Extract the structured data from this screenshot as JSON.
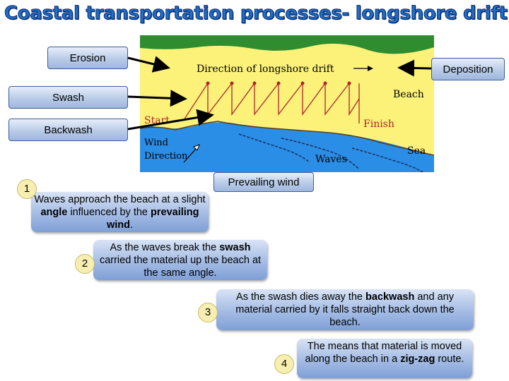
{
  "title": "Coastal transportation processes- longshore drift",
  "labels": {
    "erosion": "Erosion",
    "deposition": "Deposition",
    "swash": "Swash",
    "backwash": "Backwash",
    "prevailing_wind": "Prevailing wind"
  },
  "diagram": {
    "direction": "Direction of longshore drift",
    "beach": "Beach",
    "start": "Start",
    "finish": "Finish",
    "wind1": "Wind",
    "wind2": "Direction",
    "waves": "Waves",
    "sea": "Sea",
    "colors": {
      "sand": "#fcf27a",
      "grass": "#2f8c2f",
      "sea": "#2b8ee6"
    }
  },
  "steps": [
    {
      "number": "1",
      "parts": [
        {
          "t": "Waves approach the beach at a slight ",
          "b": false
        },
        {
          "t": "angle",
          "b": true
        },
        {
          "t": " influenced by the ",
          "b": false
        },
        {
          "t": "prevailing wind",
          "b": true
        },
        {
          "t": ".",
          "b": false
        }
      ]
    },
    {
      "number": "2",
      "parts": [
        {
          "t": "As the waves break the ",
          "b": false
        },
        {
          "t": "swash",
          "b": true
        },
        {
          "t": " carried the material up the beach at the same angle.",
          "b": false
        }
      ]
    },
    {
      "number": "3",
      "parts": [
        {
          "t": "As the swash dies away the ",
          "b": false
        },
        {
          "t": "backwash",
          "b": true
        },
        {
          "t": " and any material carried by it falls straight back down the beach.",
          "b": false
        }
      ]
    },
    {
      "number": "4",
      "parts": [
        {
          "t": "The means that material is moved along the beach in a ",
          "b": false
        },
        {
          "t": "zig-zag",
          "b": true
        },
        {
          "t": " route.",
          "b": false
        }
      ]
    }
  ]
}
